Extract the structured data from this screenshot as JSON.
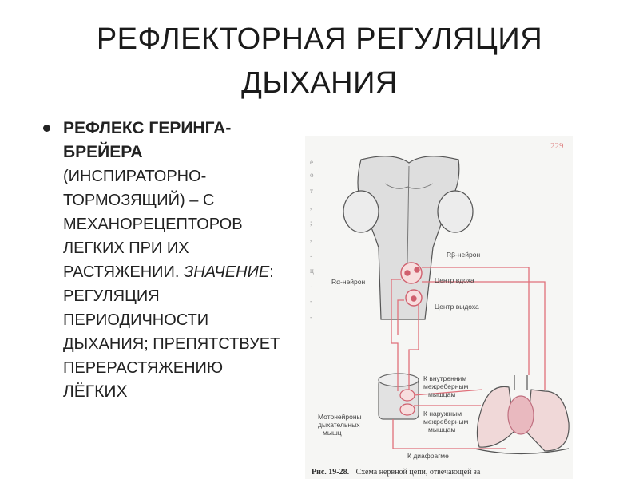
{
  "title": {
    "line1": "РЕФЛЕКТОРНАЯ РЕГУЛЯЦИЯ",
    "line2": "ДЫХАНИЯ"
  },
  "bullet": {
    "line1": "РЕФЛЕКС ГЕРИНГА-",
    "line2": "БРЕЙЕРА",
    "line3": "(ИНСПИРАТОРНО-",
    "line4": "ТОРМОЗЯЩИЙ) – С",
    "line5": "МЕХАНОРЕЦЕПТОРОВ",
    "line6": "ЛЕГКИХ ПРИ ИХ",
    "line7a": "РАСТЯЖЕНИИ. ",
    "line7b": "ЗНАЧЕНИЕ",
    "line7c": ":",
    "line8": "РЕГУЛЯЦИЯ",
    "line9": "ПЕРИОДИЧНОСТИ",
    "line10": "ДЫХАНИЯ; ПРЕПЯТСТВУЕТ",
    "line11": "ПЕРЕРАСТЯЖЕНИЮ",
    "line12": "ЛЁГКИХ"
  },
  "figure": {
    "page_number": "229",
    "label_rb": "Rβ-нейрон",
    "label_ra": "Rα-нейрон",
    "label_inhale": "Центр вдоха",
    "label_exhale": "Центр выдоха",
    "label_inner1": "К внутренним",
    "label_inner2": "межреберным",
    "label_inner3": "мышцам",
    "label_outer1": "К наружным",
    "label_outer2": "межреберным",
    "label_outer3": "мышцам",
    "label_moto1": "Мотонейроны",
    "label_moto2": "дыхательных",
    "label_moto3": "мышц",
    "label_diaphragm": "К диафрагме",
    "caption_a": "Рис. 19-28.",
    "caption_b": "Схема нервной цепи, отвечающей за",
    "accent_color": "#e0707a"
  }
}
